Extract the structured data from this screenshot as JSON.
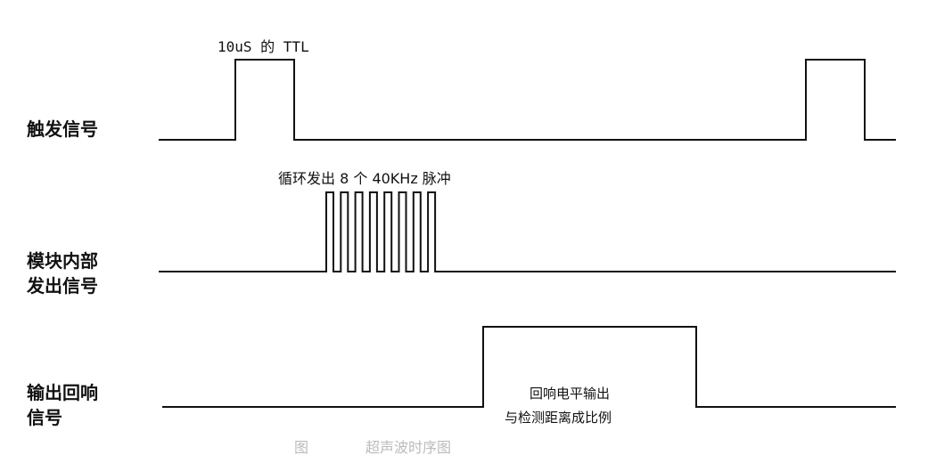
{
  "signals": [
    {
      "id": "trigger",
      "label_lines": [
        "触发信号"
      ]
    },
    {
      "id": "internal",
      "label_lines": [
        "模块内部",
        "发出信号"
      ]
    },
    {
      "id": "echo",
      "label_lines": [
        "输出回响",
        "信号"
      ]
    }
  ],
  "annotations": {
    "trigger_pulse": "10uS 的 TTL",
    "burst": "循环发出 8 个 40KHz 脉冲",
    "echo_line1": "回响电平输出",
    "echo_line2": "与检测距离成比例"
  },
  "caption": "图　　　　超声波时序图",
  "burst_pulse_count": 8
}
